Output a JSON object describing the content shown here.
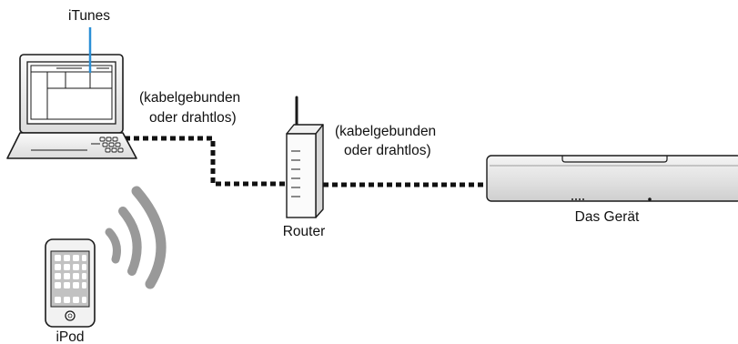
{
  "labels": {
    "itunes": "iTunes",
    "connection_left_line1": "(kabelgebunden",
    "connection_left_line2": "oder drahtlos)",
    "connection_right_line1": "(kabelgebunden",
    "connection_right_line2": "oder drahtlos)",
    "router": "Router",
    "device": "Das Gerät",
    "ipod": "iPod"
  },
  "colors": {
    "device_fill": "#e6e6e6",
    "outline": "#1a1a1a",
    "highlight": "#2a8fd6",
    "cable": "#111111",
    "wireless_wave": "#999999"
  }
}
